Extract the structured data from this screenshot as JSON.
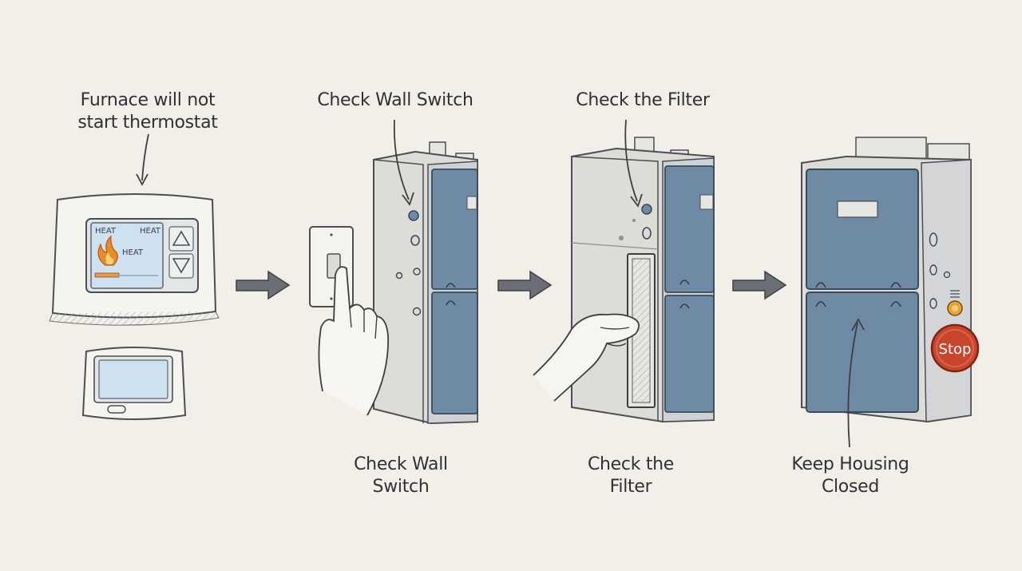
{
  "labels": {
    "step1_title_line1": "Furnace will not",
    "step1_title_line2": "start thermostat",
    "step2_title": "Check Wall Switch",
    "step3_title": "Check the Filter",
    "step2_caption_line1": "Check Wall",
    "step2_caption_line2": "Switch",
    "step3_caption_line1": "Check the",
    "step3_caption_line2": "Filter",
    "step4_caption_line1": "Keep Housing",
    "step4_caption_line2": "Closed"
  },
  "thermostat_screen": {
    "mode_left": "HEAT",
    "mode_right": "HEAT",
    "mode_center": "HEAT"
  },
  "stop_button": {
    "label": "Stop"
  },
  "colors": {
    "background": "#f1efe8",
    "furnace_panel": "#6f8aa5",
    "stop_button": "#c9452e",
    "indicator_light": "#e8a33a",
    "flame": "#e98b2b"
  },
  "icons": [
    "arrow-right-icon",
    "flame-icon",
    "arrow-up-icon",
    "arrow-down-icon",
    "hand-icon"
  ]
}
